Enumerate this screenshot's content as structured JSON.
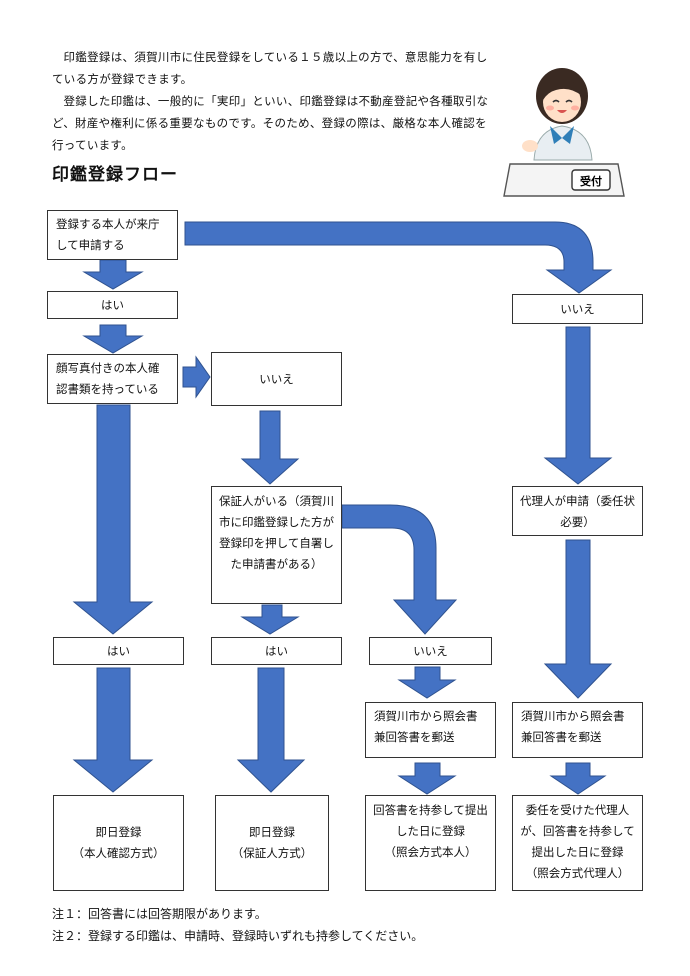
{
  "intro": {
    "p1": "印鑑登録は、須賀川市に住民登録をしている１５歳以上の方で、意思能力を有している方が登録できます。",
    "p2": "登録した印鑑は、一般的に「実印」といい、印鑑登録は不動産登記や各種取引など、財産や権利に係る重要なものです。そのため、登録の際は、厳格な本人確認を行っています。"
  },
  "flow_title": "印鑑登録フロー",
  "illustration": {
    "sign": "受付"
  },
  "colors": {
    "arrow": "#4472c4",
    "arrow_edge": "#2f528f"
  },
  "nodes": {
    "start": "登録する本人が来庁して申請する",
    "yes1": "はい",
    "no_top": "いいえ",
    "photo_id": "顔写真付きの本人確認書類を持っている",
    "no_photo": "いいえ",
    "guarantor": "保証人がいる（須賀川市に印鑑登録した方が登録印を押して自署した申請書がある）",
    "proxy": "代理人が申請（委任状必要）",
    "yes_photo": "はい",
    "yes_guarantor": "はい",
    "no_guarantor": "いいえ",
    "mail_inquiry": "須賀川市から照会書兼回答書を郵送",
    "mail_inquiry_proxy": "須賀川市から照会書兼回答書を郵送",
    "result_id": {
      "line1": "即日登録",
      "line2": "（本人確認方式）"
    },
    "result_guarantor": {
      "line1": "即日登録",
      "line2": "（保証人方式）"
    },
    "result_inquiry": {
      "line1": "回答書を持参して提出した日に登録",
      "line2": "（照会方式本人）"
    },
    "result_proxy": {
      "line1": "委任を受けた代理人が、回答書を持参して提出した日に登録",
      "line2": "（照会方式代理人）"
    }
  },
  "notes": [
    "注１：回答書には回答期限があります。",
    "注２：登録する印鑑は、申請時、登録時いずれも持参してください。"
  ]
}
